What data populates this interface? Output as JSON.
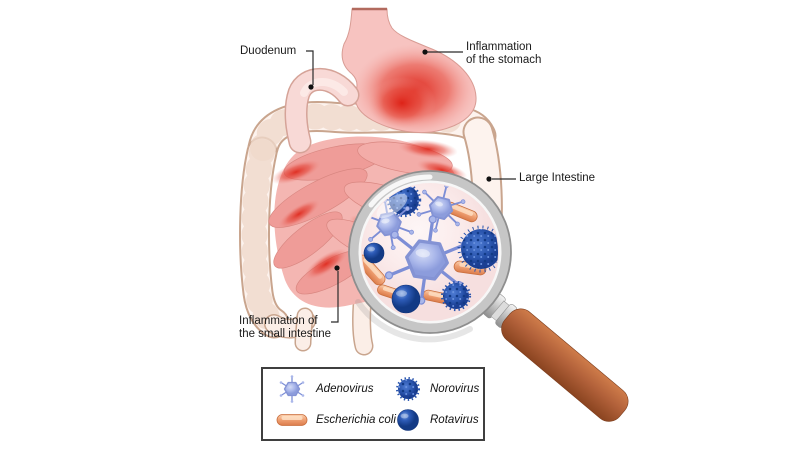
{
  "page": {
    "background": "#ffffff"
  },
  "figure": {
    "labels": {
      "duodenum": "Duodenum",
      "stomach_line1": "Inflammation",
      "stomach_line2": "of the stomach",
      "large_intestine": "Large Intestine",
      "small_intestine_line1": "Inflammation of",
      "small_intestine_line2": "the small intestine"
    }
  },
  "legend": {
    "items": [
      {
        "name": "Adenovirus",
        "icon": "adenovirus-icon",
        "color": "#9dade4"
      },
      {
        "name": "Norovirus",
        "icon": "norovirus-icon",
        "color": "#2a55ae"
      },
      {
        "name": "Escherichia coli",
        "icon": "ecoli-icon",
        "color": "#ef9c6a"
      },
      {
        "name": "Rotavirus",
        "icon": "rotavirus-icon",
        "color": "#1c4aa0"
      }
    ]
  },
  "colors": {
    "inflammation_red": "#e1261b",
    "stomach_pink": "#f7c3c0",
    "intestine_pale": "#fdf3ee",
    "small_intestine_pink": "#ef9c98",
    "magnifier_handle": "#b2613a",
    "glass_tint": "#fbecec",
    "legend_border": "#3f3f3f"
  }
}
